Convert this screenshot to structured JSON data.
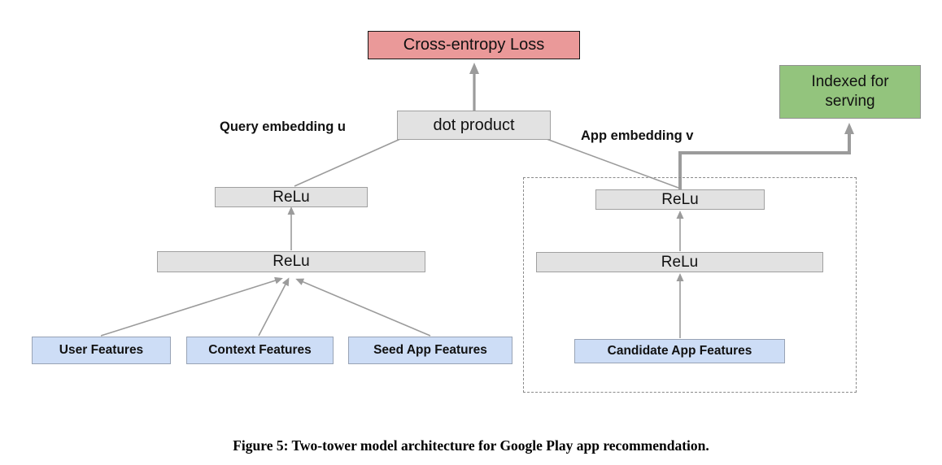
{
  "figure": {
    "caption": "Figure 5: Two-tower model architecture for Google Play app recommendation."
  },
  "diagram": {
    "loss_label": "Cross-entropy Loss",
    "dot_product_label": "dot product",
    "indexed_label": "Indexed for serving",
    "query_embedding_label": "Query embedding u",
    "app_embedding_label": "App embedding v",
    "query_tower": {
      "relu_top": "ReLu",
      "relu_bottom": "ReLu",
      "inputs": [
        "User Features",
        "Context Features",
        "Seed App Features"
      ]
    },
    "candidate_tower": {
      "relu_top": "ReLu",
      "relu_bottom": "ReLu",
      "inputs": [
        "Candidate App Features"
      ]
    },
    "colors": {
      "loss_fill": "#ea9999",
      "loss_border": "#151515",
      "indexed_fill": "#93c47d",
      "indexed_border": "#919191",
      "feature_fill": "#cdddf6",
      "feature_border": "#98a3b5",
      "relu_fill": "#e2e2e2",
      "relu_border": "#a0a0a0",
      "line": "#9b9b9b"
    }
  }
}
